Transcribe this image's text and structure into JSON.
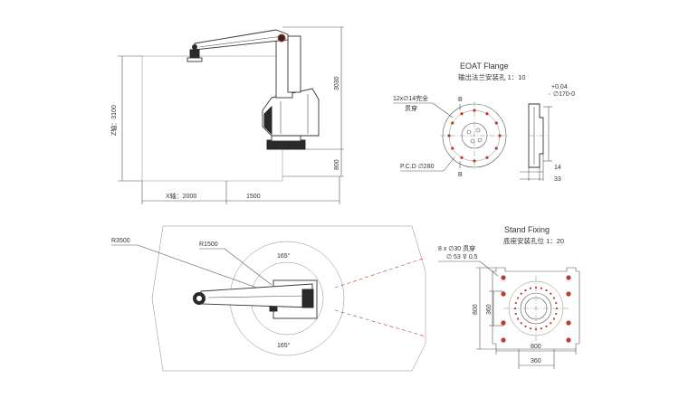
{
  "colors": {
    "accent": "#c0392b",
    "line": "#555555",
    "body": "#333333"
  },
  "side_view": {
    "z_axis": "Z轴：3100",
    "x_axis": "X轴：2000",
    "dim_1500": "1500",
    "dim_3030": "3030",
    "dim_800": "800"
  },
  "flange": {
    "title": "EOAT Flange",
    "subtitle": "输出法兰安装孔 1：10",
    "holes_note_1": "12x∅14完全",
    "holes_note_2": "贯穿",
    "pcd": "P.C.D ∅280",
    "section_mark_top": "B",
    "section_mark_bottom": "B",
    "tolerance": "+0.04",
    "diameter": "∅170-0",
    "dim_14": "14",
    "dim_33": "33"
  },
  "top_view": {
    "r_outer": "R3500",
    "r_inner": "R1500",
    "angle_top": "165°",
    "angle_bottom": "165°"
  },
  "stand": {
    "title": "Stand Fixing",
    "subtitle": "底座安装孔位 1：20",
    "holes_note_1": "8 x ∅30 贯穿",
    "holes_note_2": "∅ 53 ⊽ 0.5",
    "dim_800_v": "800",
    "dim_360_v": "360",
    "dim_800_h": "800",
    "dim_360_h": "360"
  }
}
